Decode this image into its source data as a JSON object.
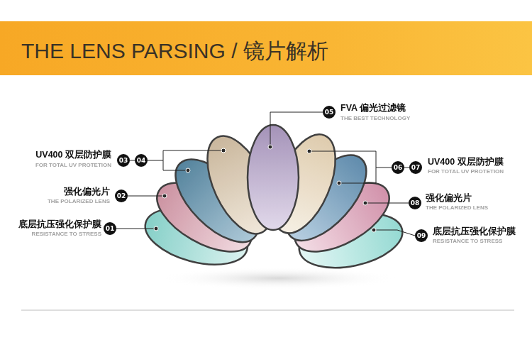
{
  "diagram": {
    "title": "THE LENS PARSING / 镜片解析",
    "nodes": [
      {
        "text": [
          "05"
        ]
      },
      {
        "text": [
          "03"
        ]
      },
      {
        "text": [
          "04"
        ]
      },
      {
        "text": [
          "06"
        ]
      },
      {
        "text": [
          "07"
        ]
      },
      {
        "text": [
          "02"
        ]
      },
      {
        "text": [
          "08"
        ]
      },
      {
        "text": [
          "01"
        ]
      },
      {
        "text": [
          "09"
        ]
      }
    ],
    "labels": [
      "FVA 偏光过滤镜",
      "THE BEST TECHNOLOGY",
      "UV400 双层防护膜",
      "FOR TOTAL UV PROTETION",
      "UV400 双层防护膜",
      "FOR TOTAL UV PROTETION",
      "强化偏光片",
      "THE POLARIZED LENS",
      "强化偏光片",
      "THE POLARIZED LENS",
      "底层抗压强化保护膜",
      "RESISTANCE TO STRESS",
      "底层抗压强化保护膜",
      "RESISTANCE TO STRESS"
    ]
  }
}
